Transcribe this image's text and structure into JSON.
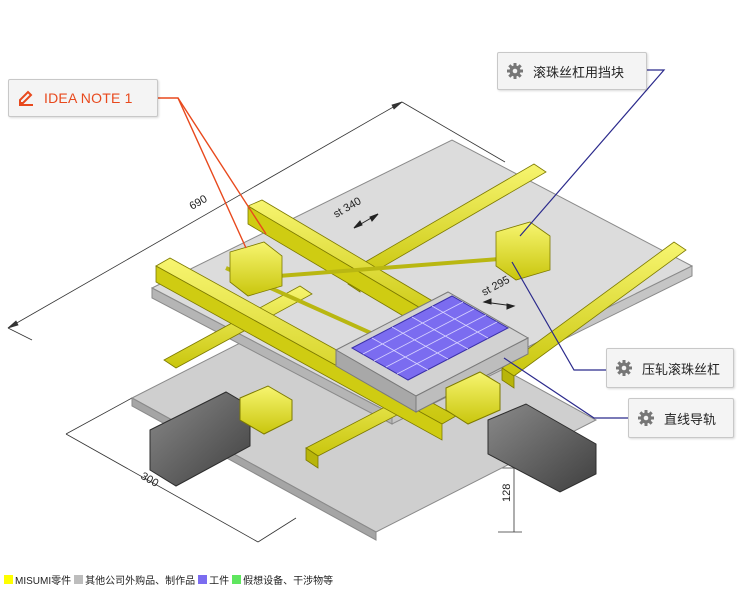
{
  "callouts": {
    "idea_note": "IDEA NOTE 1",
    "ball_screw_stopper": "滚珠丝杠用挡块",
    "pressure_ball_screw": "压轧滚珠丝杠",
    "linear_guide": "直线导轨"
  },
  "dimensions": {
    "length_690": "690",
    "stroke_340": "st 340",
    "stroke_295": "st 295",
    "width_300": "300",
    "height_128": "128"
  },
  "legend": [
    {
      "label": "MISUMI零件",
      "color": "#ffff00"
    },
    {
      "label": "其他公司外购品、制作品",
      "color": "#bdbdbd"
    },
    {
      "label": "工件",
      "color": "#7b6cf0"
    },
    {
      "label": "假想设备、干涉物等",
      "color": "#5fe65f"
    }
  ],
  "colors": {
    "accent_orange": "#e8491d",
    "leader_navy": "#2b2a8c",
    "rail_yellow": "#e7e41a",
    "base_gray": "#c9c9c9",
    "workpiece_purple": "#7b6cf0"
  }
}
